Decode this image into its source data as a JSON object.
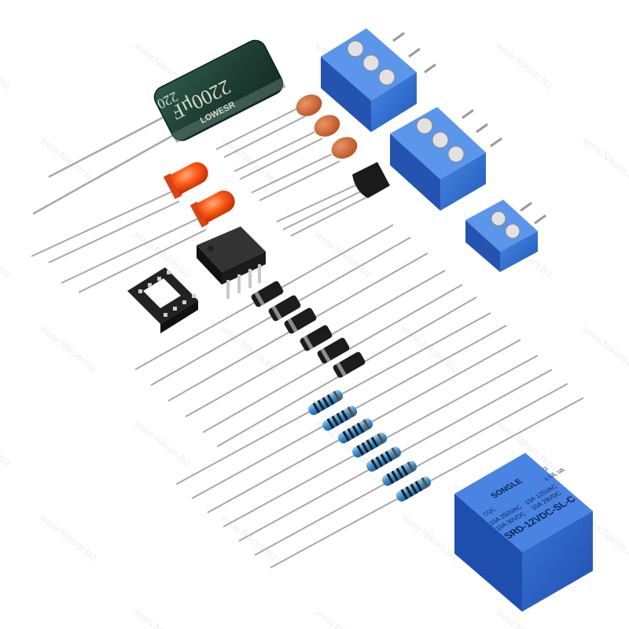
{
  "watermark": "www.Nikom.biz",
  "capacitor": {
    "value_label": "2200μF",
    "brand_label": "LOWESR",
    "voltage_fragment": "220"
  },
  "relay": {
    "brand": "SONGLE",
    "model": "SRD-12VDC-SL-C",
    "rating_ac_left": "10A 250VAC",
    "rating_dc_left": "10A 30VDC",
    "rating_ac_right": "10A 125VAC",
    "rating_dc_right": "10A 28VDC",
    "cqc_mark": "CQC",
    "ul_mark": "c UL us",
    "ul_number": "2"
  },
  "colors": {
    "terminal_blue": "#2f6fd0",
    "relay_blue": "#2a62c9",
    "capacitor_green": "#23473c",
    "led_red": "#ff4a10",
    "ceramic_orange": "#d2622c",
    "diode_black": "#1c1c1c",
    "resistor_blue": "#4f9fd8",
    "ic_black": "#1e1e1e"
  }
}
